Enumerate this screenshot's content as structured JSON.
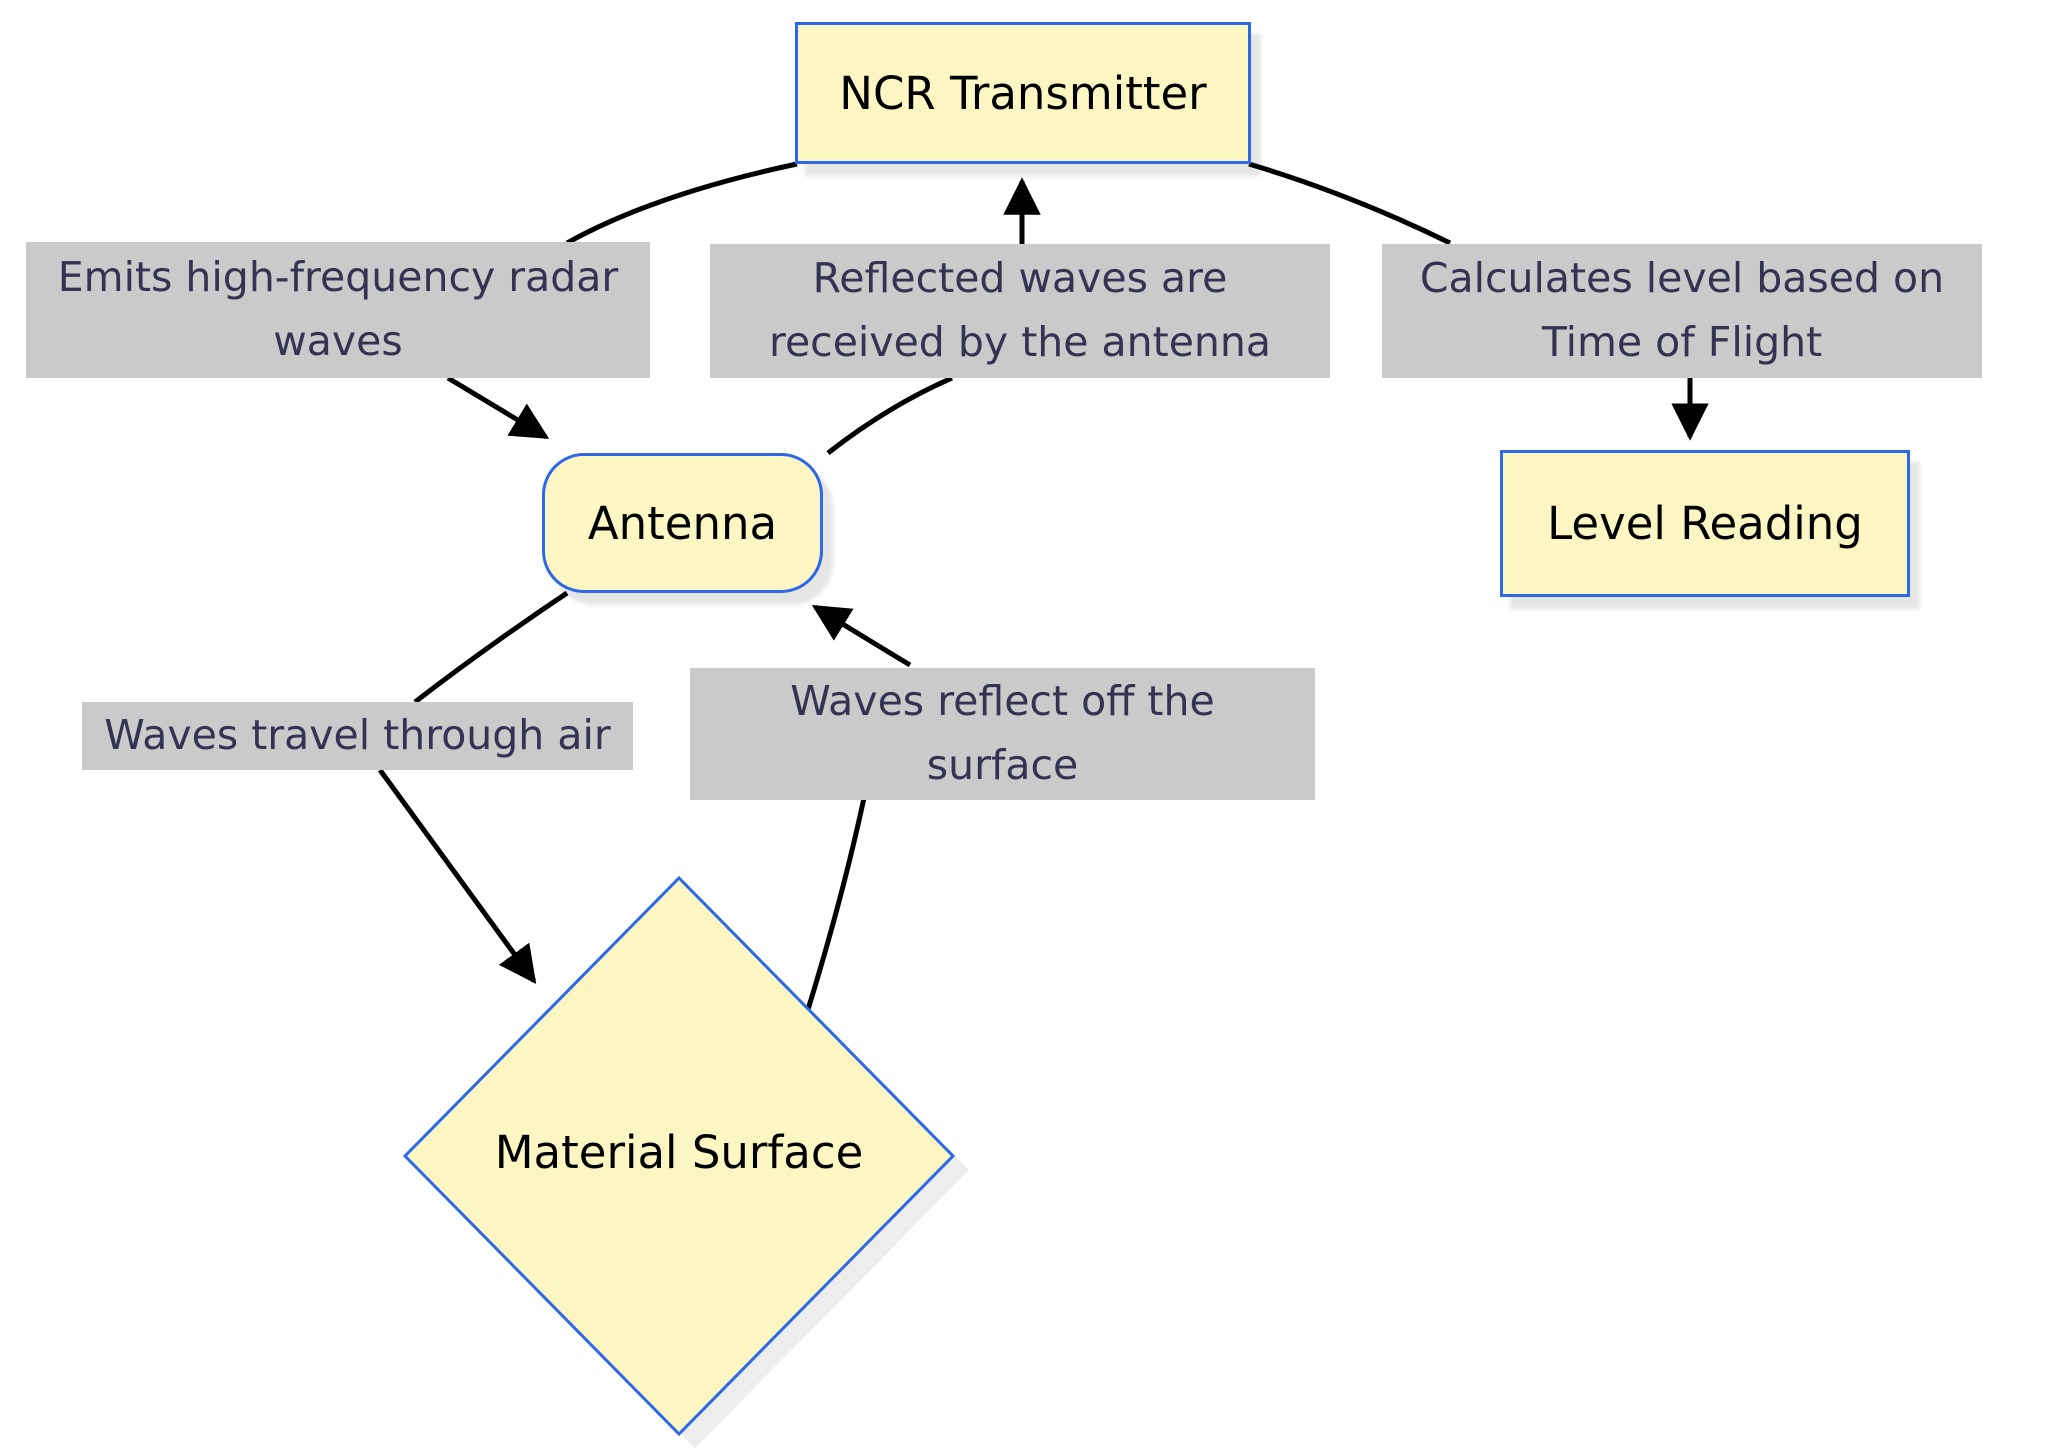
{
  "diagram": {
    "type": "flowchart",
    "background": "#ffffff",
    "colors": {
      "node_fill": "#fcf6c3",
      "node_border": "#2d68e8",
      "edge_label_bg": "#cacaca",
      "edge_label_text": "#343452",
      "node_text": "#000000",
      "line_color": "#000000"
    },
    "nodes": [
      {
        "id": "ncr-transmitter",
        "label": "NCR Transmitter",
        "shape": "rectangle"
      },
      {
        "id": "antenna",
        "label": "Antenna",
        "shape": "rounded-rectangle"
      },
      {
        "id": "level-reading",
        "label": "Level Reading",
        "shape": "rectangle"
      },
      {
        "id": "material-surface",
        "label": "Material Surface",
        "shape": "diamond"
      }
    ],
    "edge_labels": [
      {
        "id": "emits",
        "lines": [
          "Emits high-frequency radar",
          "waves"
        ]
      },
      {
        "id": "reflected-received",
        "lines": [
          "Reflected waves are",
          "received by the antenna"
        ]
      },
      {
        "id": "calculates",
        "lines": [
          "Calculates level based on",
          "Time of Flight"
        ]
      },
      {
        "id": "waves-travel",
        "lines": [
          "Waves travel through air"
        ]
      },
      {
        "id": "waves-reflect",
        "lines": [
          "Waves reflect off the",
          "surface"
        ]
      }
    ],
    "edges": [
      {
        "from": "ncr-transmitter",
        "to": "antenna",
        "label": "Emits high-frequency radar waves"
      },
      {
        "from": "antenna",
        "to": "ncr-transmitter",
        "label": "Reflected waves are received by the antenna"
      },
      {
        "from": "ncr-transmitter",
        "to": "level-reading",
        "label": "Calculates level based on Time of Flight"
      },
      {
        "from": "antenna",
        "to": "material-surface",
        "label": "Waves travel through air"
      },
      {
        "from": "material-surface",
        "to": "antenna",
        "label": "Waves reflect off the surface"
      }
    ]
  }
}
